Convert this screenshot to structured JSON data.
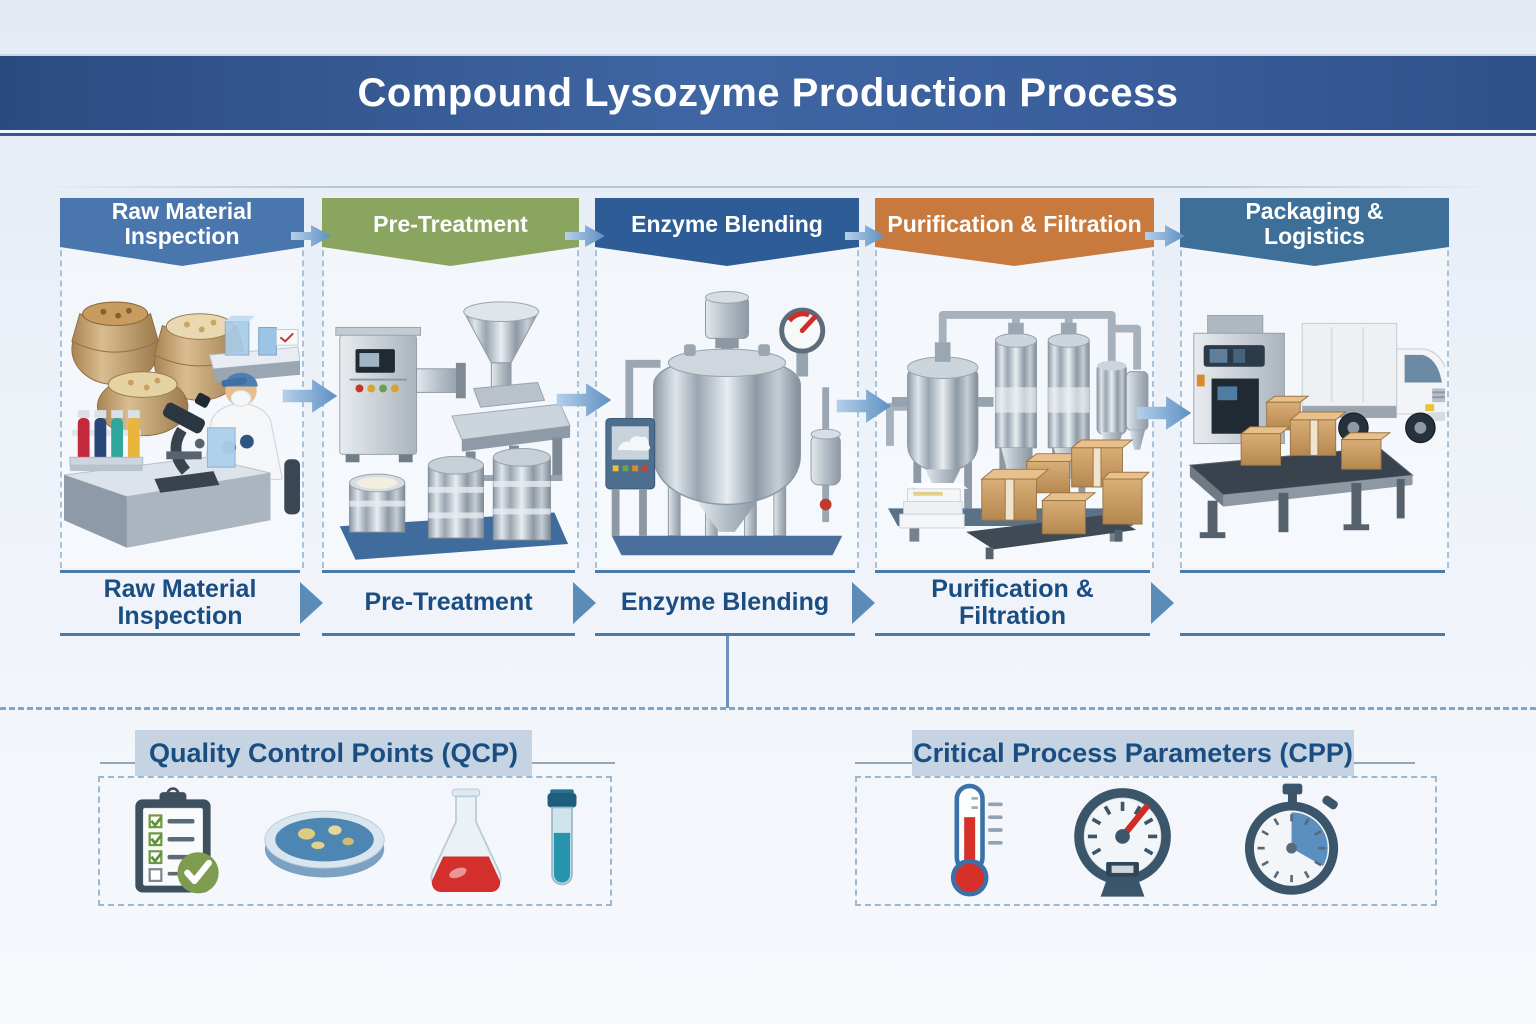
{
  "banner": {
    "title": "Compound Lysozyme Production Process",
    "background": "#35599A",
    "text_color": "#FFFFFF"
  },
  "stages": [
    {
      "label": "Raw Material Inspection",
      "color": "#4A76AE",
      "illustration": "sacks-microscope-lab-inspection"
    },
    {
      "label": "Pre-Treatment",
      "color": "#8AA55F",
      "illustration": "grinder-hopper-steel-drums"
    },
    {
      "label": "Enzyme Blending",
      "color": "#2D5C96",
      "illustration": "stainless-mixing-tank"
    },
    {
      "label": "Purification & Filtration",
      "color": "#C87A3E",
      "illustration": "filtration-columns-packed-boxes"
    },
    {
      "label": "Packaging & Logistics",
      "color": "#3D6F99",
      "illustration": "packing-machine-conveyor-truck"
    }
  ],
  "flow_row": {
    "items": [
      {
        "label": "Raw Material Inspection"
      },
      {
        "label": "Pre-Treatment"
      },
      {
        "label": "Enzyme Blending"
      },
      {
        "label": "Purification & Filtration"
      },
      {
        "label": ""
      }
    ],
    "text_color": "#1A4E82"
  },
  "qcp": {
    "title": "Quality Control Points (QCP)",
    "icons": [
      "checklist-clipboard",
      "petri-dish",
      "erlenmeyer-flask",
      "test-tube"
    ]
  },
  "cpp": {
    "title": "Critical Process Parameters (CPP)",
    "icons": [
      "thermometer",
      "pressure-gauge",
      "stopwatch"
    ]
  },
  "colors": {
    "arrow": "#5D90C2",
    "flow_line": "#4A7AA8",
    "dashed_border": "#9FBCD6",
    "section_title_bg": "#C6D3E2"
  }
}
